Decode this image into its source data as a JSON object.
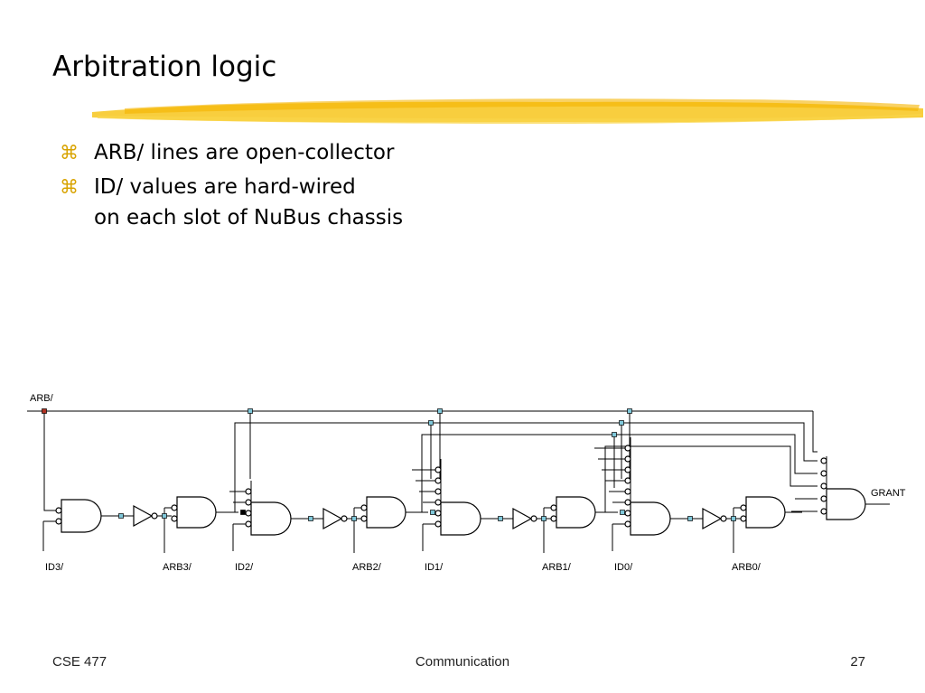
{
  "slide": {
    "title": "Arbitration logic",
    "bullet_symbol": "⌘",
    "bullets": [
      {
        "lines": [
          "ARB/ lines are open-collector"
        ]
      },
      {
        "lines": [
          "ID/ values are hard-wired",
          "on each slot of NuBus chassis"
        ]
      }
    ]
  },
  "diagram": {
    "bus_label": "ARB/",
    "output_label": "GRANT",
    "stages": [
      {
        "id_label": "ID3/",
        "arb_label": "ARB3/"
      },
      {
        "id_label": "ID2/",
        "arb_label": "ARB2/"
      },
      {
        "id_label": "ID1/",
        "arb_label": "ARB1/"
      },
      {
        "id_label": "ID0/",
        "arb_label": "ARB0/"
      }
    ]
  },
  "footer": {
    "course": "CSE 477",
    "section": "Communication",
    "page": "27"
  },
  "colors": {
    "highlight": "#f7c51c",
    "bullet": "#d8a300",
    "junction": "#7fc7d9",
    "bus_origin": "#b03020"
  }
}
